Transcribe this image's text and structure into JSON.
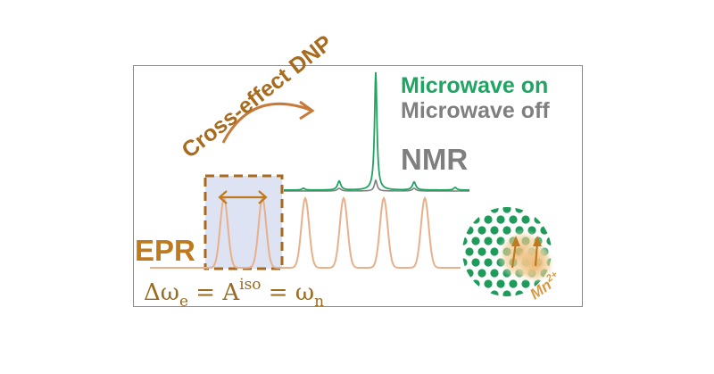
{
  "labels": {
    "microwave_on": "Microwave on",
    "microwave_off": "Microwave off",
    "nmr": "NMR",
    "epr": "EPR",
    "cross_effect": "Cross-effect DNP",
    "equation_lhs": "Δω",
    "equation_lhs_sub": "e",
    "equation_mid": " = A",
    "equation_mid_sup": "iso",
    "equation_rhs": " = ω",
    "equation_rhs_sub": "n",
    "mn_base": "Mn",
    "mn_sup": "2+"
  },
  "colors": {
    "microwave_on": "#1fa462",
    "microwave_off": "#7f7f7f",
    "epr": "#e8b08a",
    "epr_label": "#c07a1e",
    "arrow": "#c87a3a",
    "highlight_fill": "#dde3f2",
    "highlight_border": "#a8681e",
    "lattice_dot": "#1e9a5a"
  },
  "icons": {
    "cross_effect_arrow": "curved-arrow-icon",
    "splitting_arrow": "double-headed-arrow-icon",
    "lattice": "crystal-lattice-icon"
  }
}
